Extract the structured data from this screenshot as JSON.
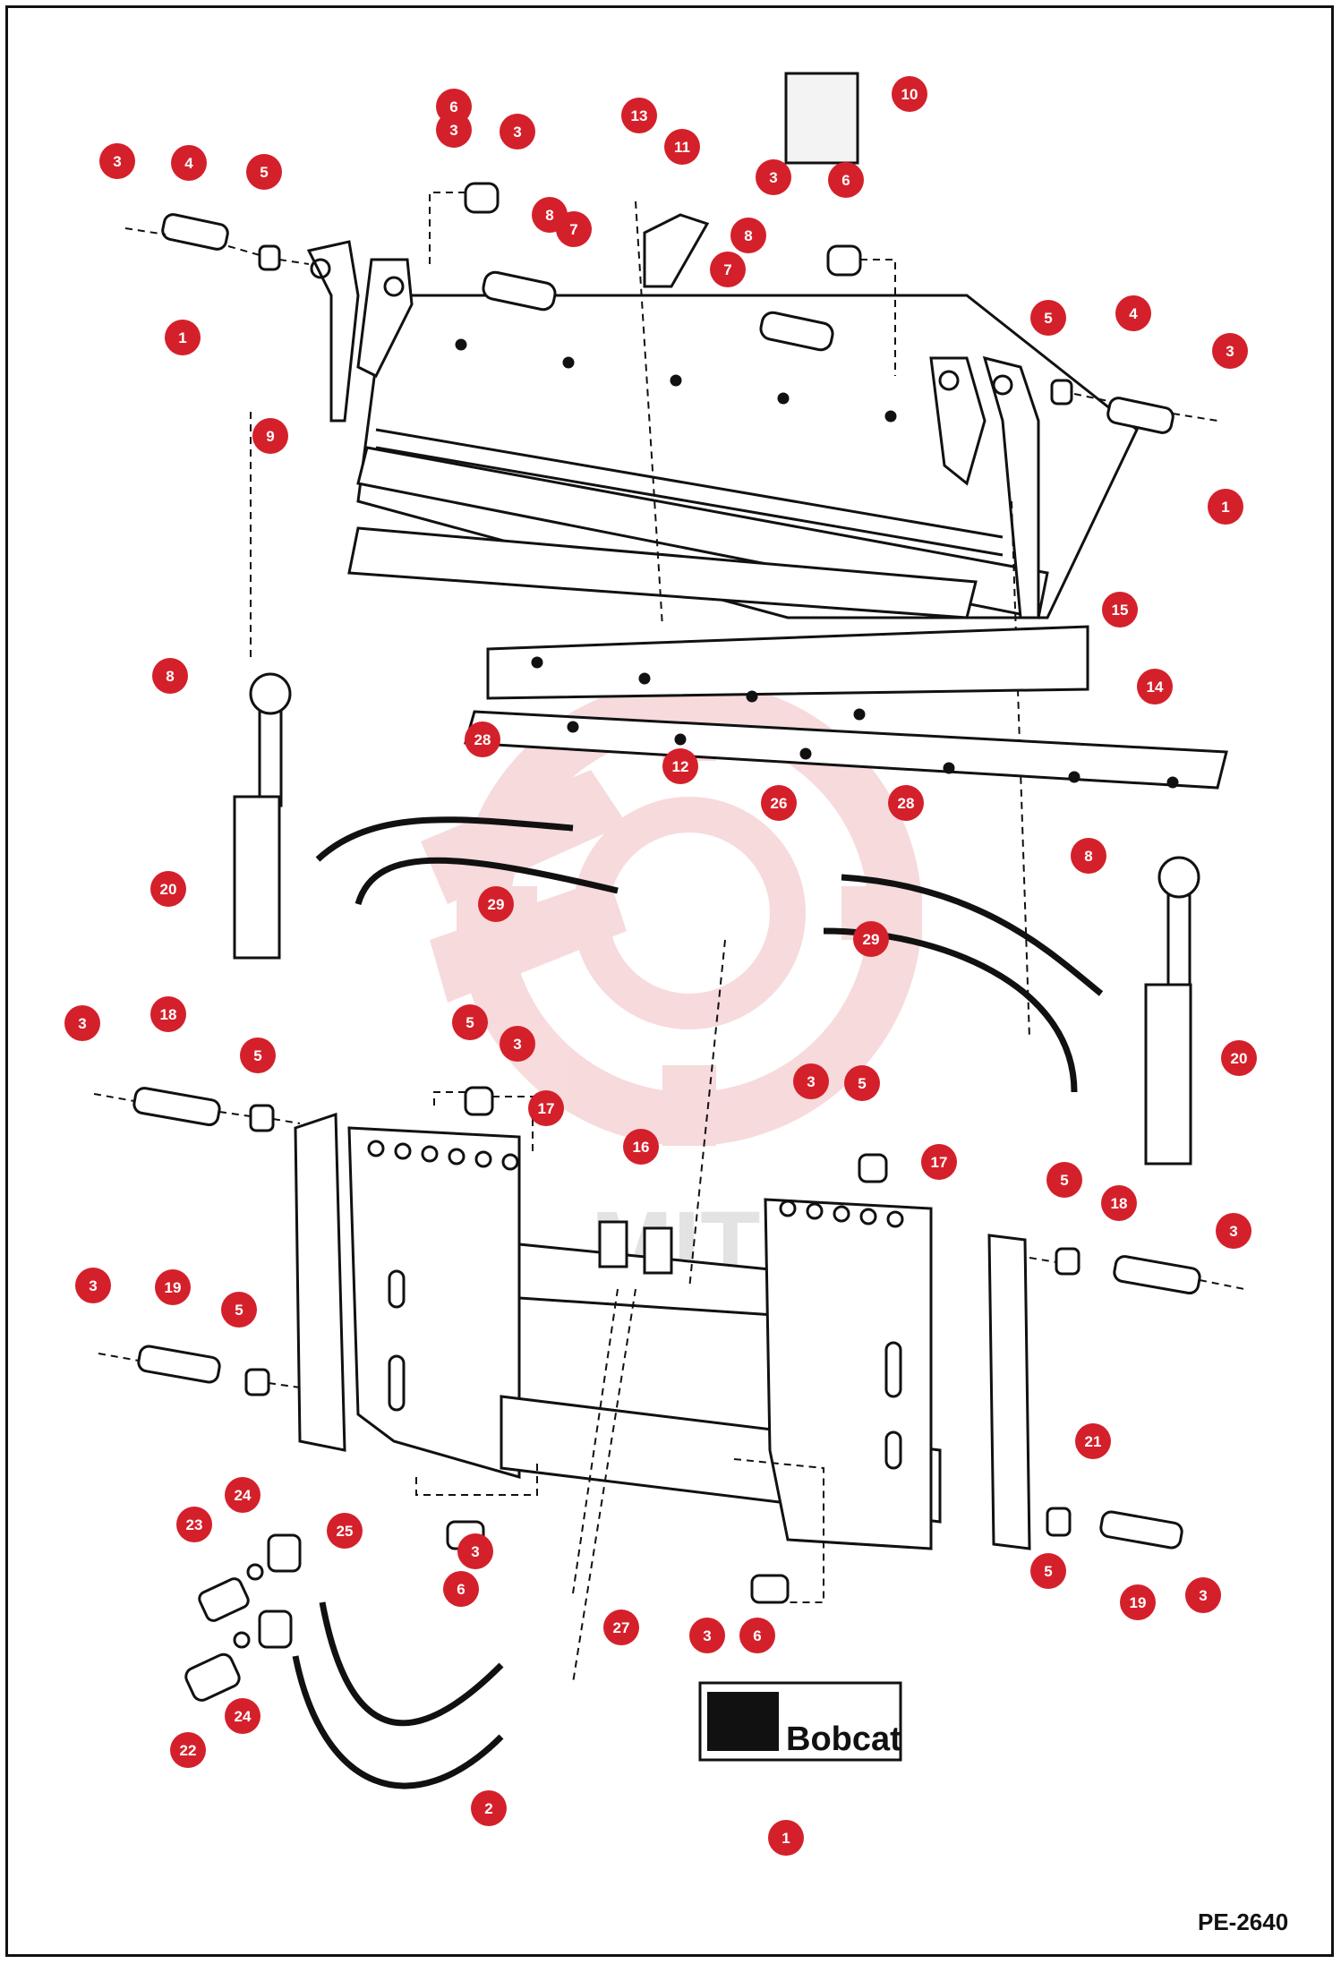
{
  "diagram": {
    "reference": "PE-2640",
    "decal_logo_text": "Bobcat",
    "watermark_text": "MITEX"
  },
  "callout_style": {
    "badge_color": "#d4202a",
    "badge_text_color": "#ffffff"
  },
  "callouts": [
    {
      "label": "1"
    },
    {
      "label": "1"
    },
    {
      "label": "1"
    },
    {
      "label": "2"
    },
    {
      "label": "3"
    },
    {
      "label": "3"
    },
    {
      "label": "3"
    },
    {
      "label": "3"
    },
    {
      "label": "3"
    },
    {
      "label": "3"
    },
    {
      "label": "3"
    },
    {
      "label": "3"
    },
    {
      "label": "3"
    },
    {
      "label": "3"
    },
    {
      "label": "3"
    },
    {
      "label": "3"
    },
    {
      "label": "3"
    },
    {
      "label": "4"
    },
    {
      "label": "4"
    },
    {
      "label": "5"
    },
    {
      "label": "5"
    },
    {
      "label": "5"
    },
    {
      "label": "5"
    },
    {
      "label": "5"
    },
    {
      "label": "5"
    },
    {
      "label": "5"
    },
    {
      "label": "5"
    },
    {
      "label": "6"
    },
    {
      "label": "6"
    },
    {
      "label": "6"
    },
    {
      "label": "6"
    },
    {
      "label": "7"
    },
    {
      "label": "7"
    },
    {
      "label": "8"
    },
    {
      "label": "8"
    },
    {
      "label": "8"
    },
    {
      "label": "8"
    },
    {
      "label": "9"
    },
    {
      "label": "10"
    },
    {
      "label": "11"
    },
    {
      "label": "12"
    },
    {
      "label": "13"
    },
    {
      "label": "14"
    },
    {
      "label": "15"
    },
    {
      "label": "16"
    },
    {
      "label": "17"
    },
    {
      "label": "17"
    },
    {
      "label": "18"
    },
    {
      "label": "18"
    },
    {
      "label": "19"
    },
    {
      "label": "19"
    },
    {
      "label": "20"
    },
    {
      "label": "20"
    },
    {
      "label": "21"
    },
    {
      "label": "22"
    },
    {
      "label": "23"
    },
    {
      "label": "24"
    },
    {
      "label": "24"
    },
    {
      "label": "25"
    },
    {
      "label": "26"
    },
    {
      "label": "27"
    },
    {
      "label": "28"
    },
    {
      "label": "28"
    },
    {
      "label": "29"
    },
    {
      "label": "29"
    }
  ]
}
